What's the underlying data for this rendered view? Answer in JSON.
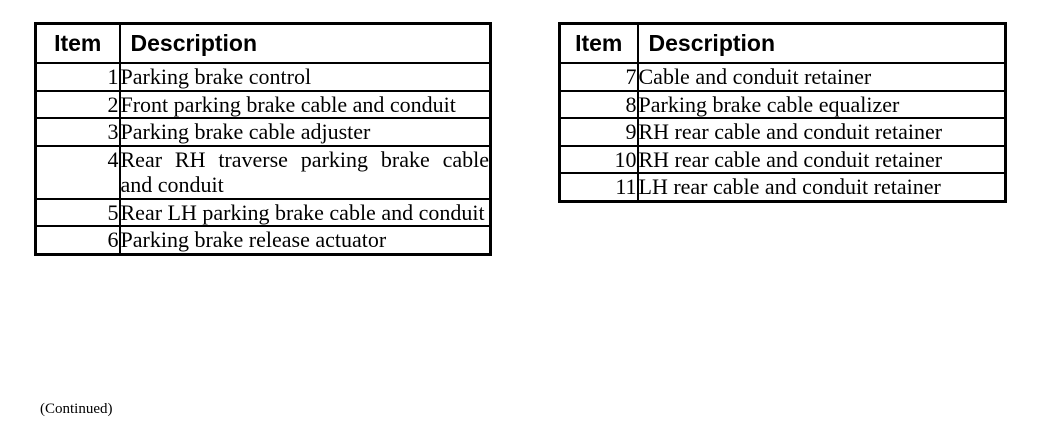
{
  "document": {
    "background_color": "#ffffff",
    "text_color": "#000000",
    "border_color": "#000000"
  },
  "tables": {
    "left": {
      "headers": {
        "item": "Item",
        "description": "Description"
      },
      "rows": [
        {
          "item": "1",
          "description": "Parking brake control"
        },
        {
          "item": "2",
          "description": "Front parking brake cable and conduit"
        },
        {
          "item": "3",
          "description": "Parking brake cable adjuster"
        },
        {
          "item": "4",
          "description": "Rear RH traverse parking brake cable and conduit"
        },
        {
          "item": "5",
          "description": "Rear LH parking brake cable and conduit"
        },
        {
          "item": "6",
          "description": "Parking brake release actuator"
        }
      ]
    },
    "right": {
      "headers": {
        "item": "Item",
        "description": "Description"
      },
      "rows": [
        {
          "item": "7",
          "description": "Cable and conduit retainer"
        },
        {
          "item": "8",
          "description": "Parking brake cable equalizer"
        },
        {
          "item": "9",
          "description": "RH rear cable and conduit retainer"
        },
        {
          "item": "10",
          "description": "RH rear cable and conduit retainer"
        },
        {
          "item": "11",
          "description": "LH rear cable and conduit retainer"
        }
      ]
    }
  },
  "footnote": {
    "continued_label": "(Continued)"
  }
}
